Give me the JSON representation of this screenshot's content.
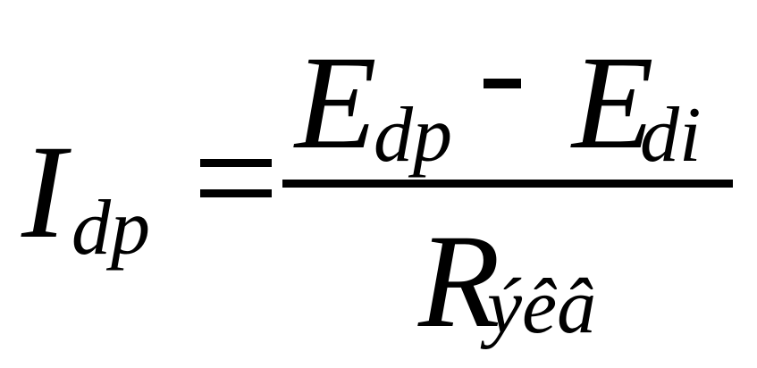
{
  "formula": {
    "lhs": {
      "symbol": "I",
      "subscript": "dp"
    },
    "equals": "=",
    "numerator": {
      "term1": {
        "symbol": "E",
        "subscript": "dp"
      },
      "operator": "-",
      "term2": {
        "symbol": "E",
        "subscript": "di"
      }
    },
    "denominator": {
      "symbol": "R",
      "subscript": "ýêâ"
    }
  }
}
